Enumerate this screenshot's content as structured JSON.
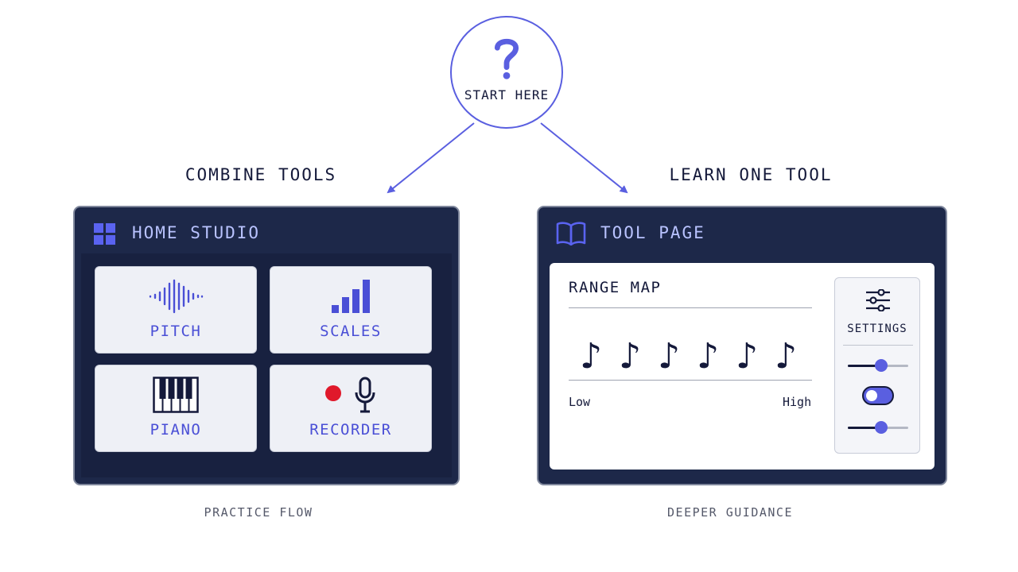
{
  "start": {
    "label": "START HERE",
    "icon": "question-icon"
  },
  "branches": {
    "left": {
      "label": "COMBINE TOOLS",
      "footer": "PRACTICE FLOW"
    },
    "right": {
      "label": "LEARN ONE TOOL",
      "footer": "DEEPER GUIDANCE"
    }
  },
  "home_studio": {
    "title": "HOME STUDIO",
    "icon": "grid-icon",
    "tiles": [
      {
        "label": "PITCH",
        "icon": "waveform-icon"
      },
      {
        "label": "SCALES",
        "icon": "bars-icon"
      },
      {
        "label": "PIANO",
        "icon": "piano-icon"
      },
      {
        "label": "RECORDER",
        "icon": "microphone-icon"
      }
    ]
  },
  "tool_page": {
    "title": "TOOL PAGE",
    "icon": "book-icon",
    "range_map": {
      "title": "RANGE MAP",
      "low": "Low",
      "high": "High",
      "note_glyph": "♪",
      "note_count": 6
    },
    "settings": {
      "label": "SETTINGS",
      "icon": "sliders-icon",
      "slider1": 0.55,
      "toggle_on": true,
      "slider2": 0.55
    }
  },
  "colors": {
    "accent": "#5a5fe0",
    "panel": "#1d2849",
    "record": "#e0192b",
    "text": "#14193a"
  }
}
